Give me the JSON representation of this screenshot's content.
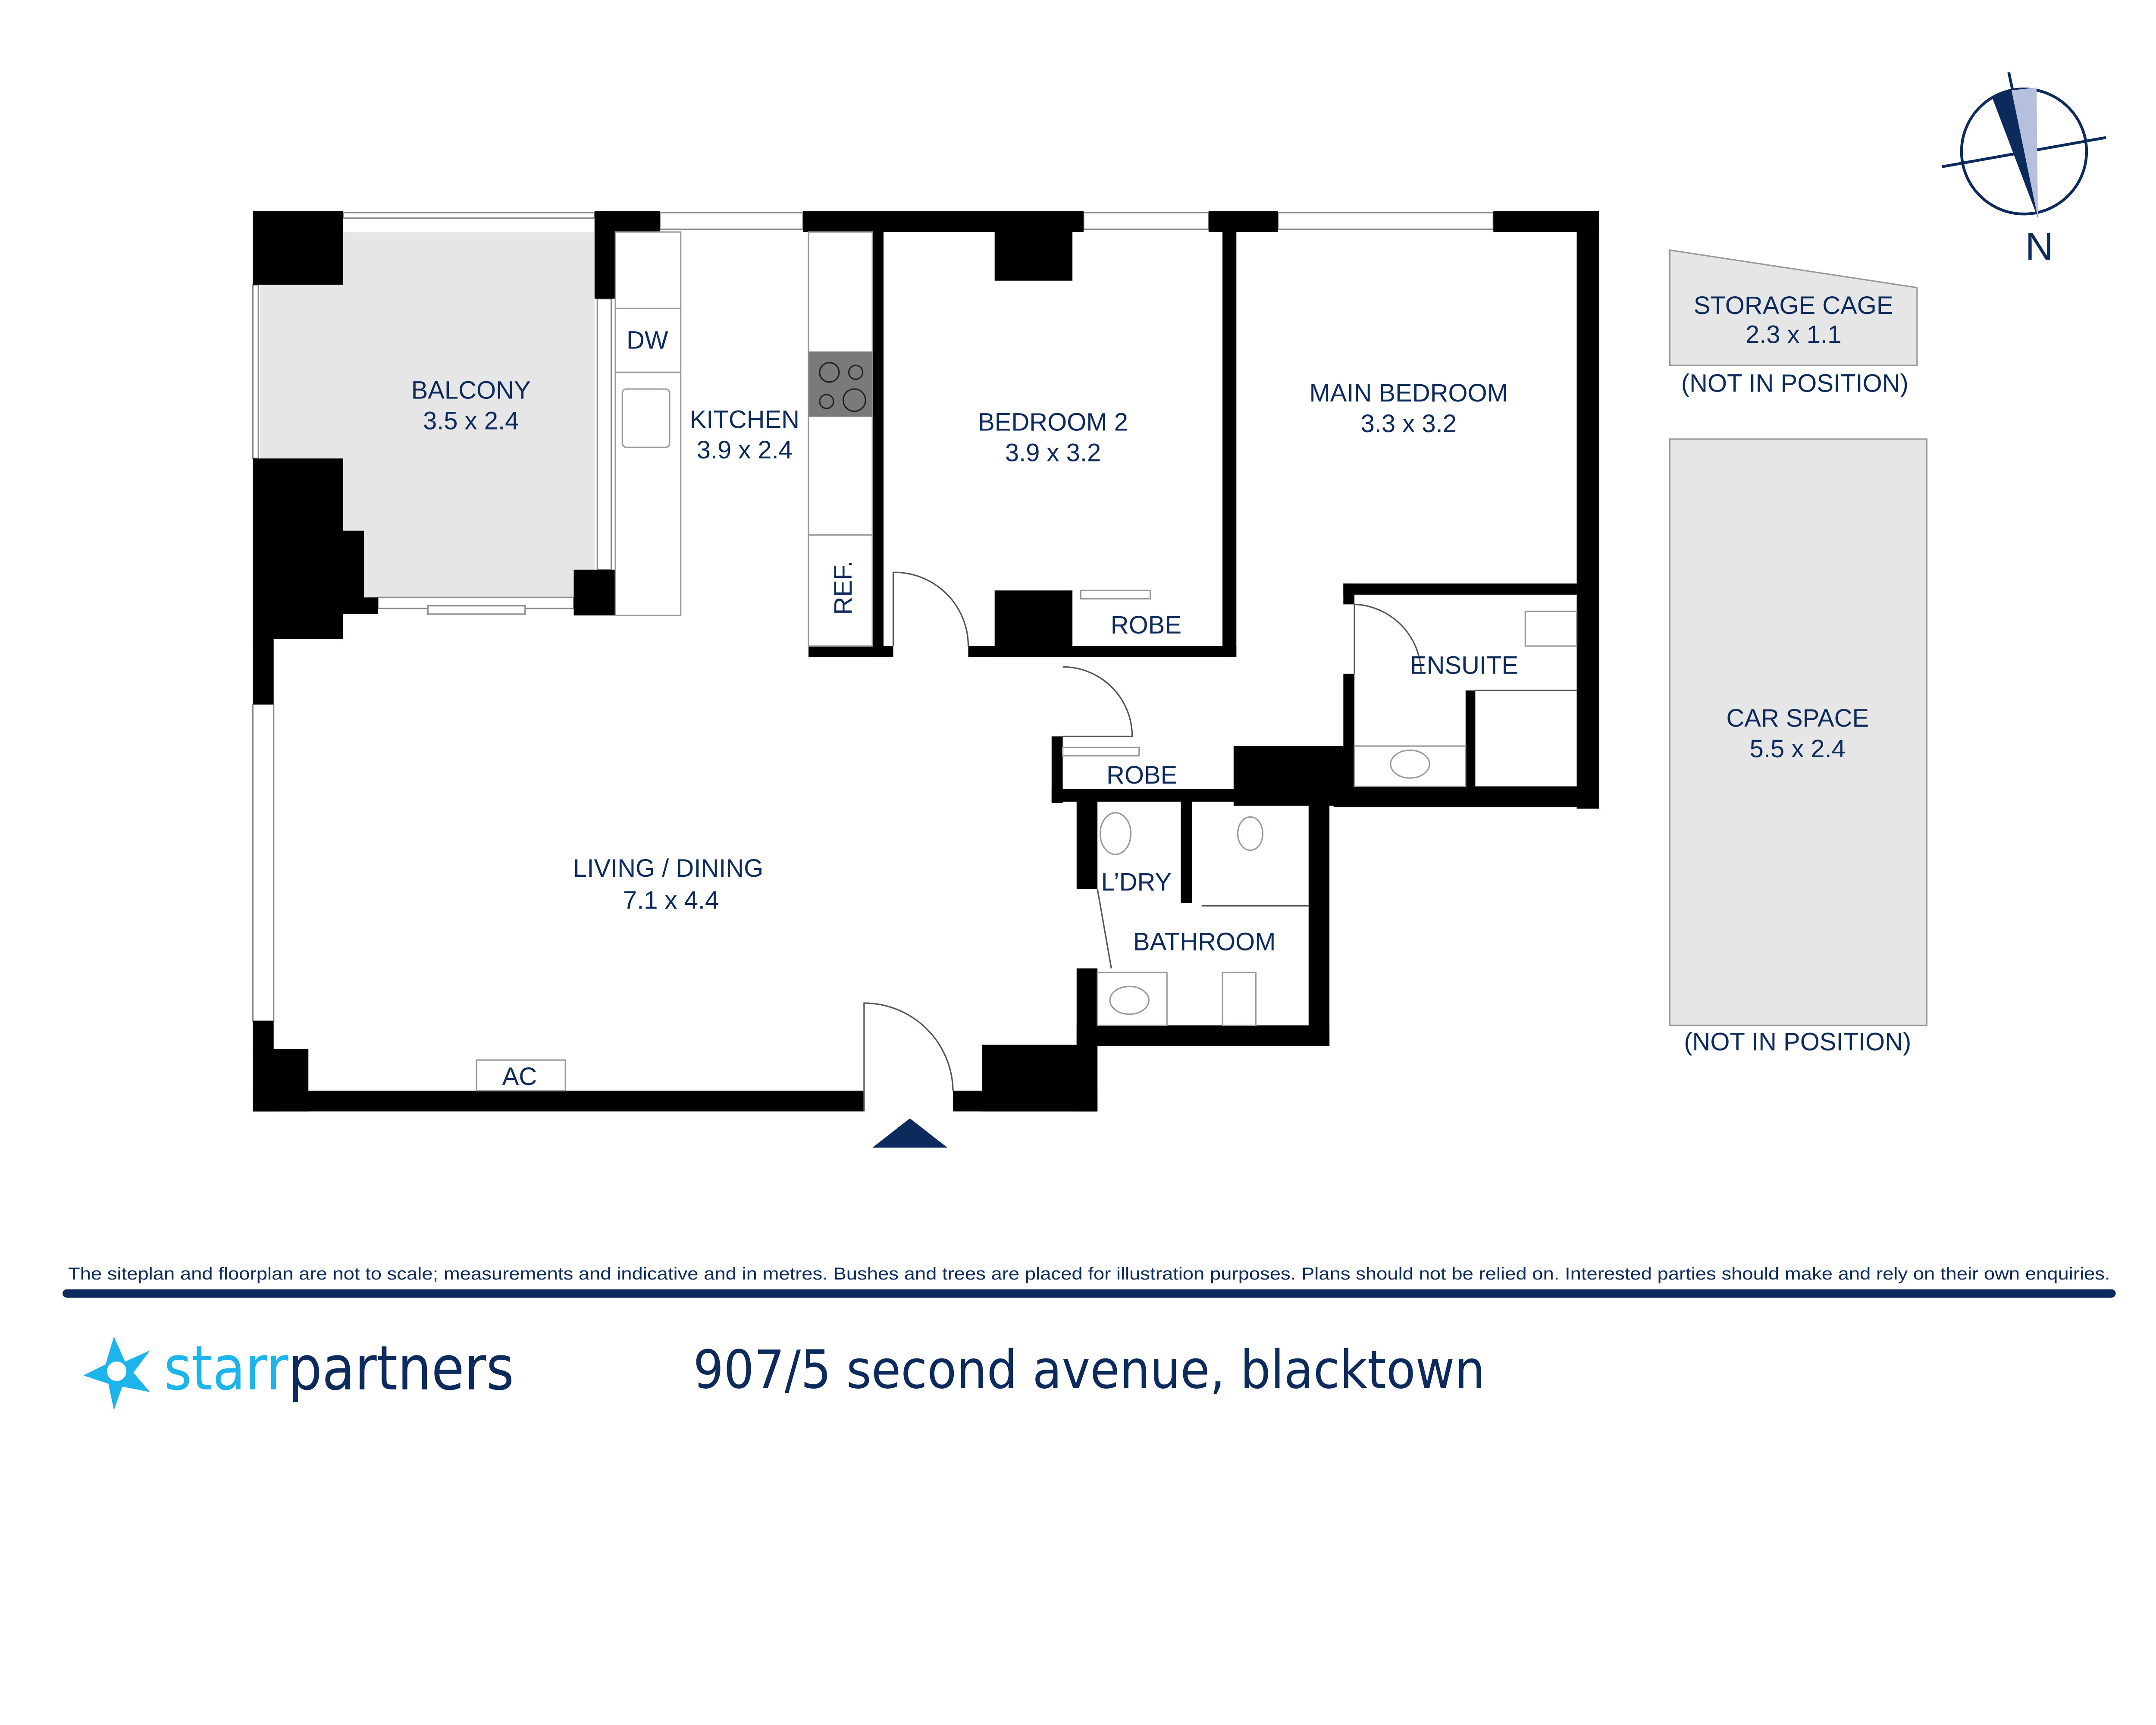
{
  "rooms": {
    "balcony": {
      "name": "BALCONY",
      "size": "3.5 x 2.4"
    },
    "kitchen": {
      "name": "KITCHEN",
      "size": "3.9 x 2.4"
    },
    "bedroom2": {
      "name": "BEDROOM 2",
      "size": "3.9 x 3.2"
    },
    "main_bedroom": {
      "name": "MAIN BEDROOM",
      "size": "3.3 x 3.2"
    },
    "living": {
      "name": "LIVING / DINING",
      "size": "7.1 x 4.4"
    },
    "ensuite": {
      "name": "ENSUITE"
    },
    "bathroom": {
      "name": "BATHROOM"
    },
    "laundry": {
      "name": "L’DRY"
    },
    "robe1": {
      "name": "ROBE"
    },
    "robe2": {
      "name": "ROBE"
    }
  },
  "fixtures": {
    "dw": "DW",
    "ref": "REF.",
    "ac": "AC"
  },
  "storage": {
    "name": "STORAGE CAGE",
    "size": "2.3 x 1.1",
    "note": "(NOT IN POSITION)"
  },
  "car": {
    "name": "CAR SPACE",
    "size": "5.5 x 2.4",
    "note": "(NOT IN POSITION)"
  },
  "compass": {
    "label": "N"
  },
  "footer": {
    "disclaimer": "The siteplan and floorplan are not to scale; measurements and indicative and in metres. Bushes and trees are placed for illustration purposes. Plans should not be relied on. Interested parties should make and rely on their own enquiries.",
    "logo_part1": "starr",
    "logo_part2": "partners",
    "address": "907/5 second avenue, blacktown"
  },
  "colors": {
    "navy": "#0d2a5c",
    "brand_light": "#1cb4ea",
    "room_gray": "#e6e6e6",
    "compass_light": "#b4c0dc"
  }
}
